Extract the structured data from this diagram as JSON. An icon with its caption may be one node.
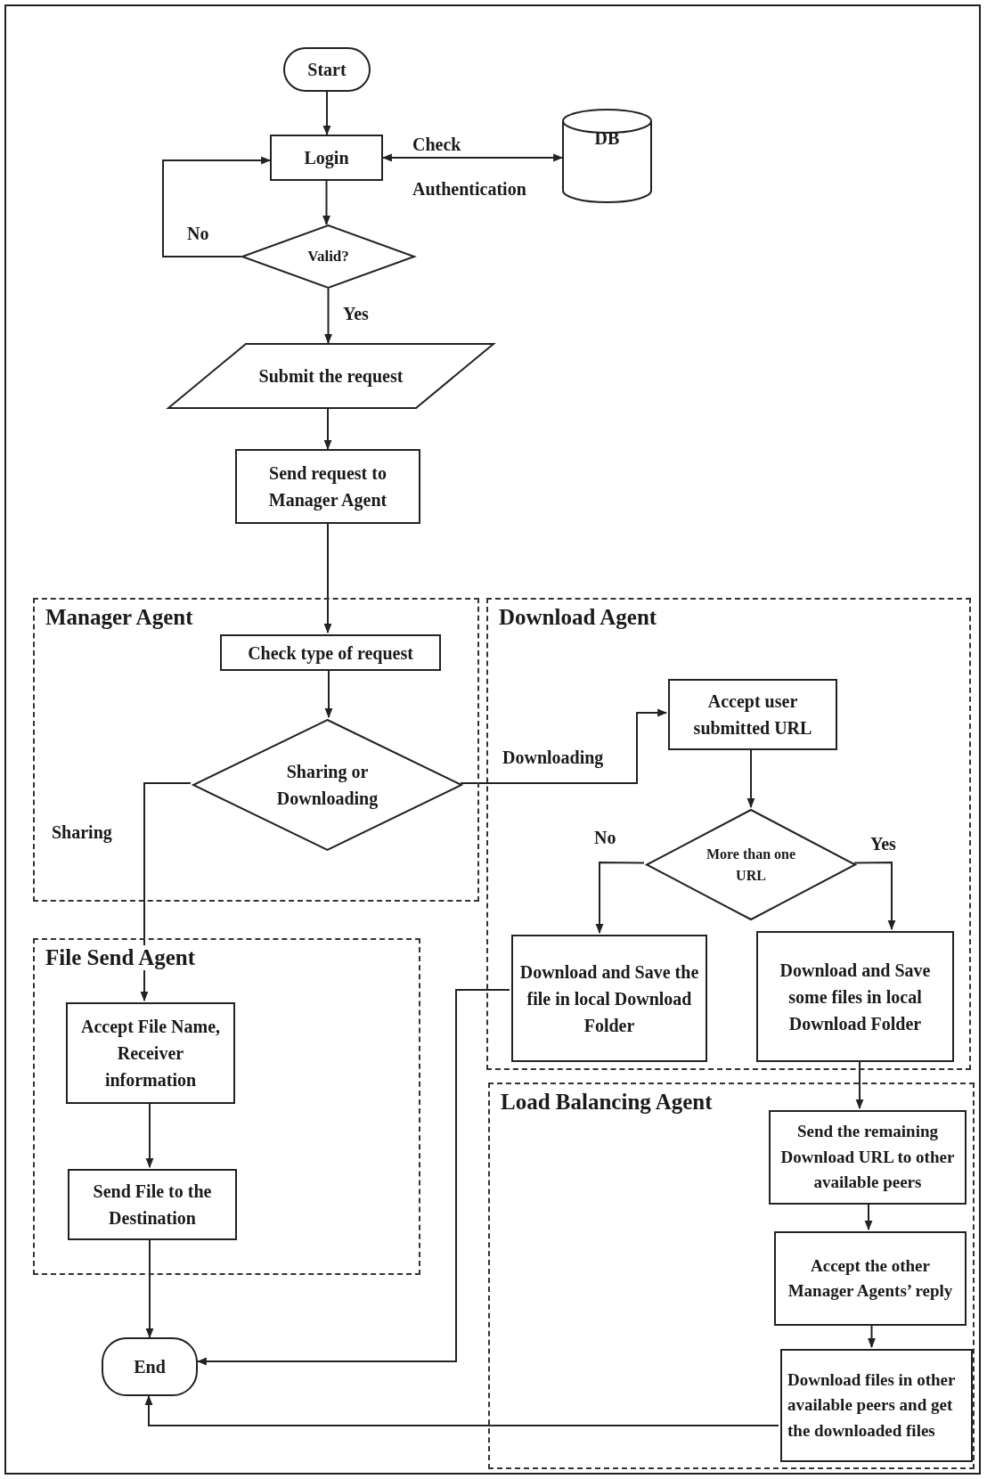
{
  "diagram": {
    "nodes": [
      {
        "text": [
          "Start"
        ]
      },
      {
        "text": [
          "Login"
        ]
      },
      {
        "text": [
          "DB"
        ]
      },
      {
        "text": [
          "Valid?"
        ]
      },
      {
        "text": [
          "Submit the request"
        ]
      },
      {
        "text": [
          "Send request to Manager Agent"
        ]
      },
      {
        "text": [
          "Manager Agent"
        ]
      },
      {
        "text": [
          "Check type of request"
        ],
        "in": 6
      },
      {
        "text": [
          "Sharing or Downloading"
        ],
        "in": 6
      },
      {
        "text": [
          "Download Agent"
        ]
      },
      {
        "text": [
          "Accept user submitted URL"
        ],
        "in": 9
      },
      {
        "text": [
          "More than one URL"
        ],
        "in": 9
      },
      {
        "text": [
          "Download and Save the file in local Download Folder"
        ],
        "in": 9
      },
      {
        "text": [
          "Download and Save some files in local Download Folder"
        ],
        "in": 9
      },
      {
        "text": [
          "File Send Agent"
        ]
      },
      {
        "text": [
          "Accept File Name, Receiver information"
        ],
        "in": 14
      },
      {
        "text": [
          "Send File to the Destination"
        ],
        "in": 14
      },
      {
        "text": [
          "Load Balancing Agent"
        ]
      },
      {
        "text": [
          "Send the remaining Download URL to other available peers"
        ],
        "in": 17
      },
      {
        "text": [
          "Accept the other Manager Agents’ reply"
        ],
        "in": 17
      },
      {
        "text": [
          "Download files in other available peers and get the downloaded files"
        ],
        "in": 17
      },
      {
        "text": [
          "End"
        ]
      }
    ],
    "edges": [
      {
        "from": 0,
        "to": 1,
        "arrow": "to"
      },
      {
        "from": 1,
        "to": 2,
        "arrow": "both",
        "label": "Check Authentication"
      },
      {
        "from": 1,
        "to": 3,
        "arrow": "to"
      },
      {
        "from": 3,
        "to": 1,
        "arrow": "to",
        "label": "No"
      },
      {
        "from": 3,
        "to": 4,
        "arrow": "to",
        "label": "Yes"
      },
      {
        "from": 4,
        "to": 5,
        "arrow": "to"
      },
      {
        "from": 5,
        "to": 7,
        "arrow": "to"
      },
      {
        "from": 7,
        "to": 8,
        "arrow": "to"
      },
      {
        "from": 8,
        "to": 15,
        "arrow": "to",
        "label": "Sharing"
      },
      {
        "from": 8,
        "to": 10,
        "arrow": "to",
        "label": "Downloading"
      },
      {
        "from": 10,
        "to": 11,
        "arrow": "to"
      },
      {
        "from": 11,
        "to": 12,
        "arrow": "to",
        "label": "No"
      },
      {
        "from": 11,
        "to": 13,
        "arrow": "to",
        "label": "Yes"
      },
      {
        "from": 13,
        "to": 18,
        "arrow": "to"
      },
      {
        "from": 18,
        "to": 19,
        "arrow": "to"
      },
      {
        "from": 19,
        "to": 20,
        "arrow": "to"
      },
      {
        "from": 15,
        "to": 16,
        "arrow": "to"
      },
      {
        "from": 16,
        "to": 21,
        "arrow": "to"
      },
      {
        "from": 12,
        "to": 21,
        "arrow": "to"
      },
      {
        "from": 20,
        "to": 21,
        "arrow": "to"
      }
    ]
  }
}
